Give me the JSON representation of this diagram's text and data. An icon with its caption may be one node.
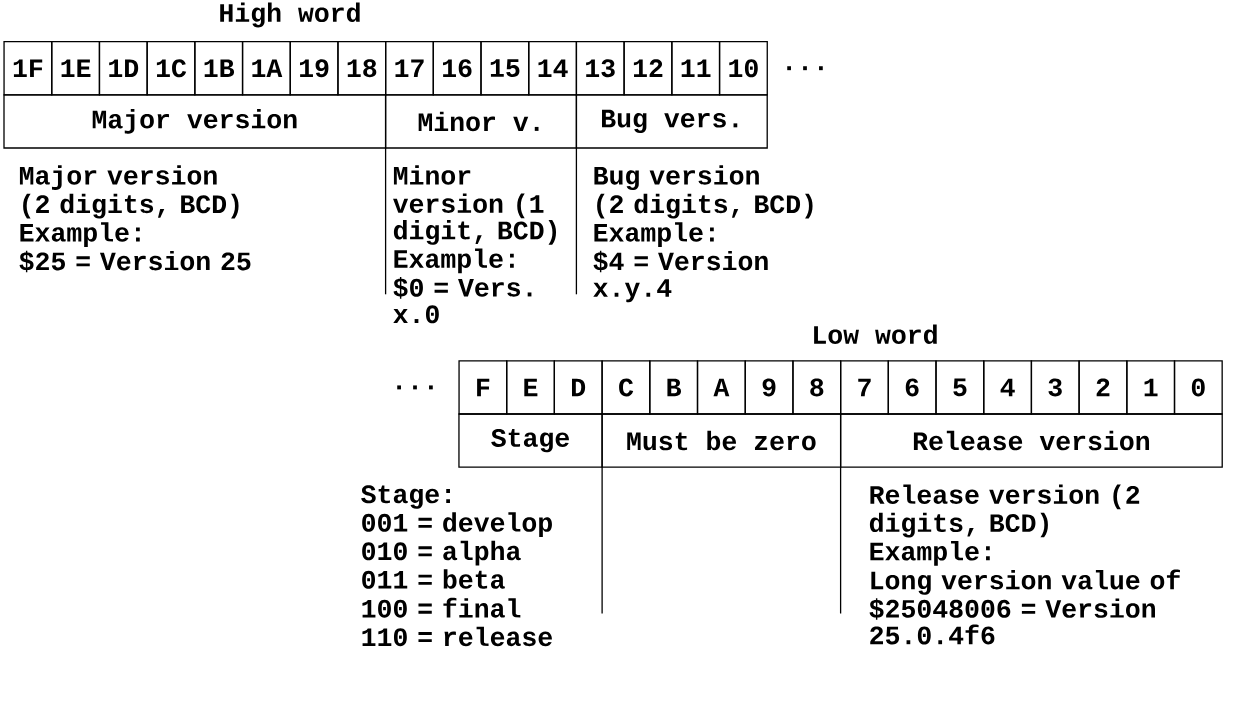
{
  "diagram": {
    "nodes": [
      {
        "text": [
          "1F"
        ]
      },
      {
        "text": [
          "1E"
        ]
      },
      {
        "text": [
          "1D"
        ]
      },
      {
        "text": [
          "1C"
        ]
      },
      {
        "text": [
          "1B"
        ]
      },
      {
        "text": [
          "1A"
        ]
      },
      {
        "text": [
          "19"
        ]
      },
      {
        "text": [
          "18"
        ]
      },
      {
        "text": [
          "17"
        ]
      },
      {
        "text": [
          "16"
        ]
      },
      {
        "text": [
          "15"
        ]
      },
      {
        "text": [
          "14"
        ]
      },
      {
        "text": [
          "13"
        ]
      },
      {
        "text": [
          "12"
        ]
      },
      {
        "text": [
          "11"
        ]
      },
      {
        "text": [
          "10"
        ]
      },
      {
        "text": [
          "Major version"
        ],
        "beside": [
          "Major version",
          "(2 digits, BCD)",
          "Example:",
          "$25 = Version 25"
        ]
      },
      {
        "text": [
          "Minor v."
        ],
        "beside": [
          "Minor version (1 digit, BCD)",
          "Example:",
          "$0 = Vers. x.0"
        ]
      },
      {
        "text": [
          "Bug vers."
        ],
        "beside": [
          "Bug version",
          "(2 digits, BCD)",
          "Example:",
          "$4 = Version x.y.4"
        ]
      },
      {
        "text": [
          "F"
        ]
      },
      {
        "text": [
          "E"
        ]
      },
      {
        "text": [
          "D"
        ]
      },
      {
        "text": [
          "C"
        ]
      },
      {
        "text": [
          "B"
        ]
      },
      {
        "text": [
          "A"
        ]
      },
      {
        "text": [
          "9"
        ]
      },
      {
        "text": [
          "8"
        ]
      },
      {
        "text": [
          "7"
        ]
      },
      {
        "text": [
          "6"
        ]
      },
      {
        "text": [
          "5"
        ]
      },
      {
        "text": [
          "4"
        ]
      },
      {
        "text": [
          "3"
        ]
      },
      {
        "text": [
          "2"
        ]
      },
      {
        "text": [
          "1"
        ]
      },
      {
        "text": [
          "0"
        ]
      },
      {
        "text": [
          "Stage"
        ],
        "beside": [
          "Stage:",
          "001 = develop",
          "010 = alpha",
          "011 = beta",
          "100 = final",
          "110 = release"
        ]
      },
      {
        "text": [
          "Must be zero"
        ]
      },
      {
        "text": [
          "Release version"
        ],
        "beside": [
          "Release version (2 digits, BCD)",
          "Example:",
          "Long version value of $25048006 = Version 25.0.4f6"
        ]
      }
    ],
    "labels": [
      "High word",
      "...",
      "Low word",
      "..."
    ]
  }
}
